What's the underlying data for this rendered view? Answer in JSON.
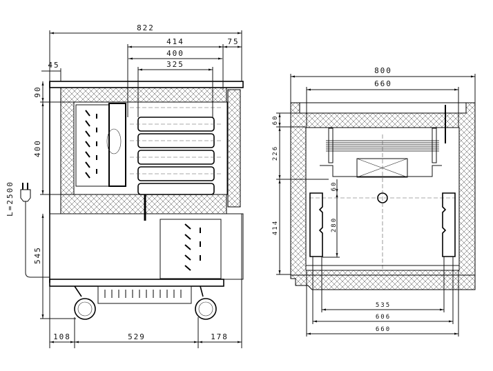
{
  "side_view": {
    "dims": {
      "overall_depth": "822",
      "tray_rail_depth": "414",
      "door_depth": "75",
      "tray_depth": "400",
      "pan_depth": "325",
      "back_offset": "45",
      "top_insulation": "90",
      "chamber_height": "400",
      "cable_length": "L=2500",
      "lower_height": "545",
      "caster_front": "108",
      "caster_spacing": "529",
      "caster_rear": "178"
    }
  },
  "front_view": {
    "dims": {
      "overall_width": "800",
      "inner_width_top": "660",
      "top_gap": "60",
      "evaporator_height": "226",
      "rail_offset": "60",
      "interior_height": "414",
      "rail_height": "280",
      "rail_inner": "535",
      "rail_outer": "606",
      "inner_width_bottom": "660"
    }
  }
}
